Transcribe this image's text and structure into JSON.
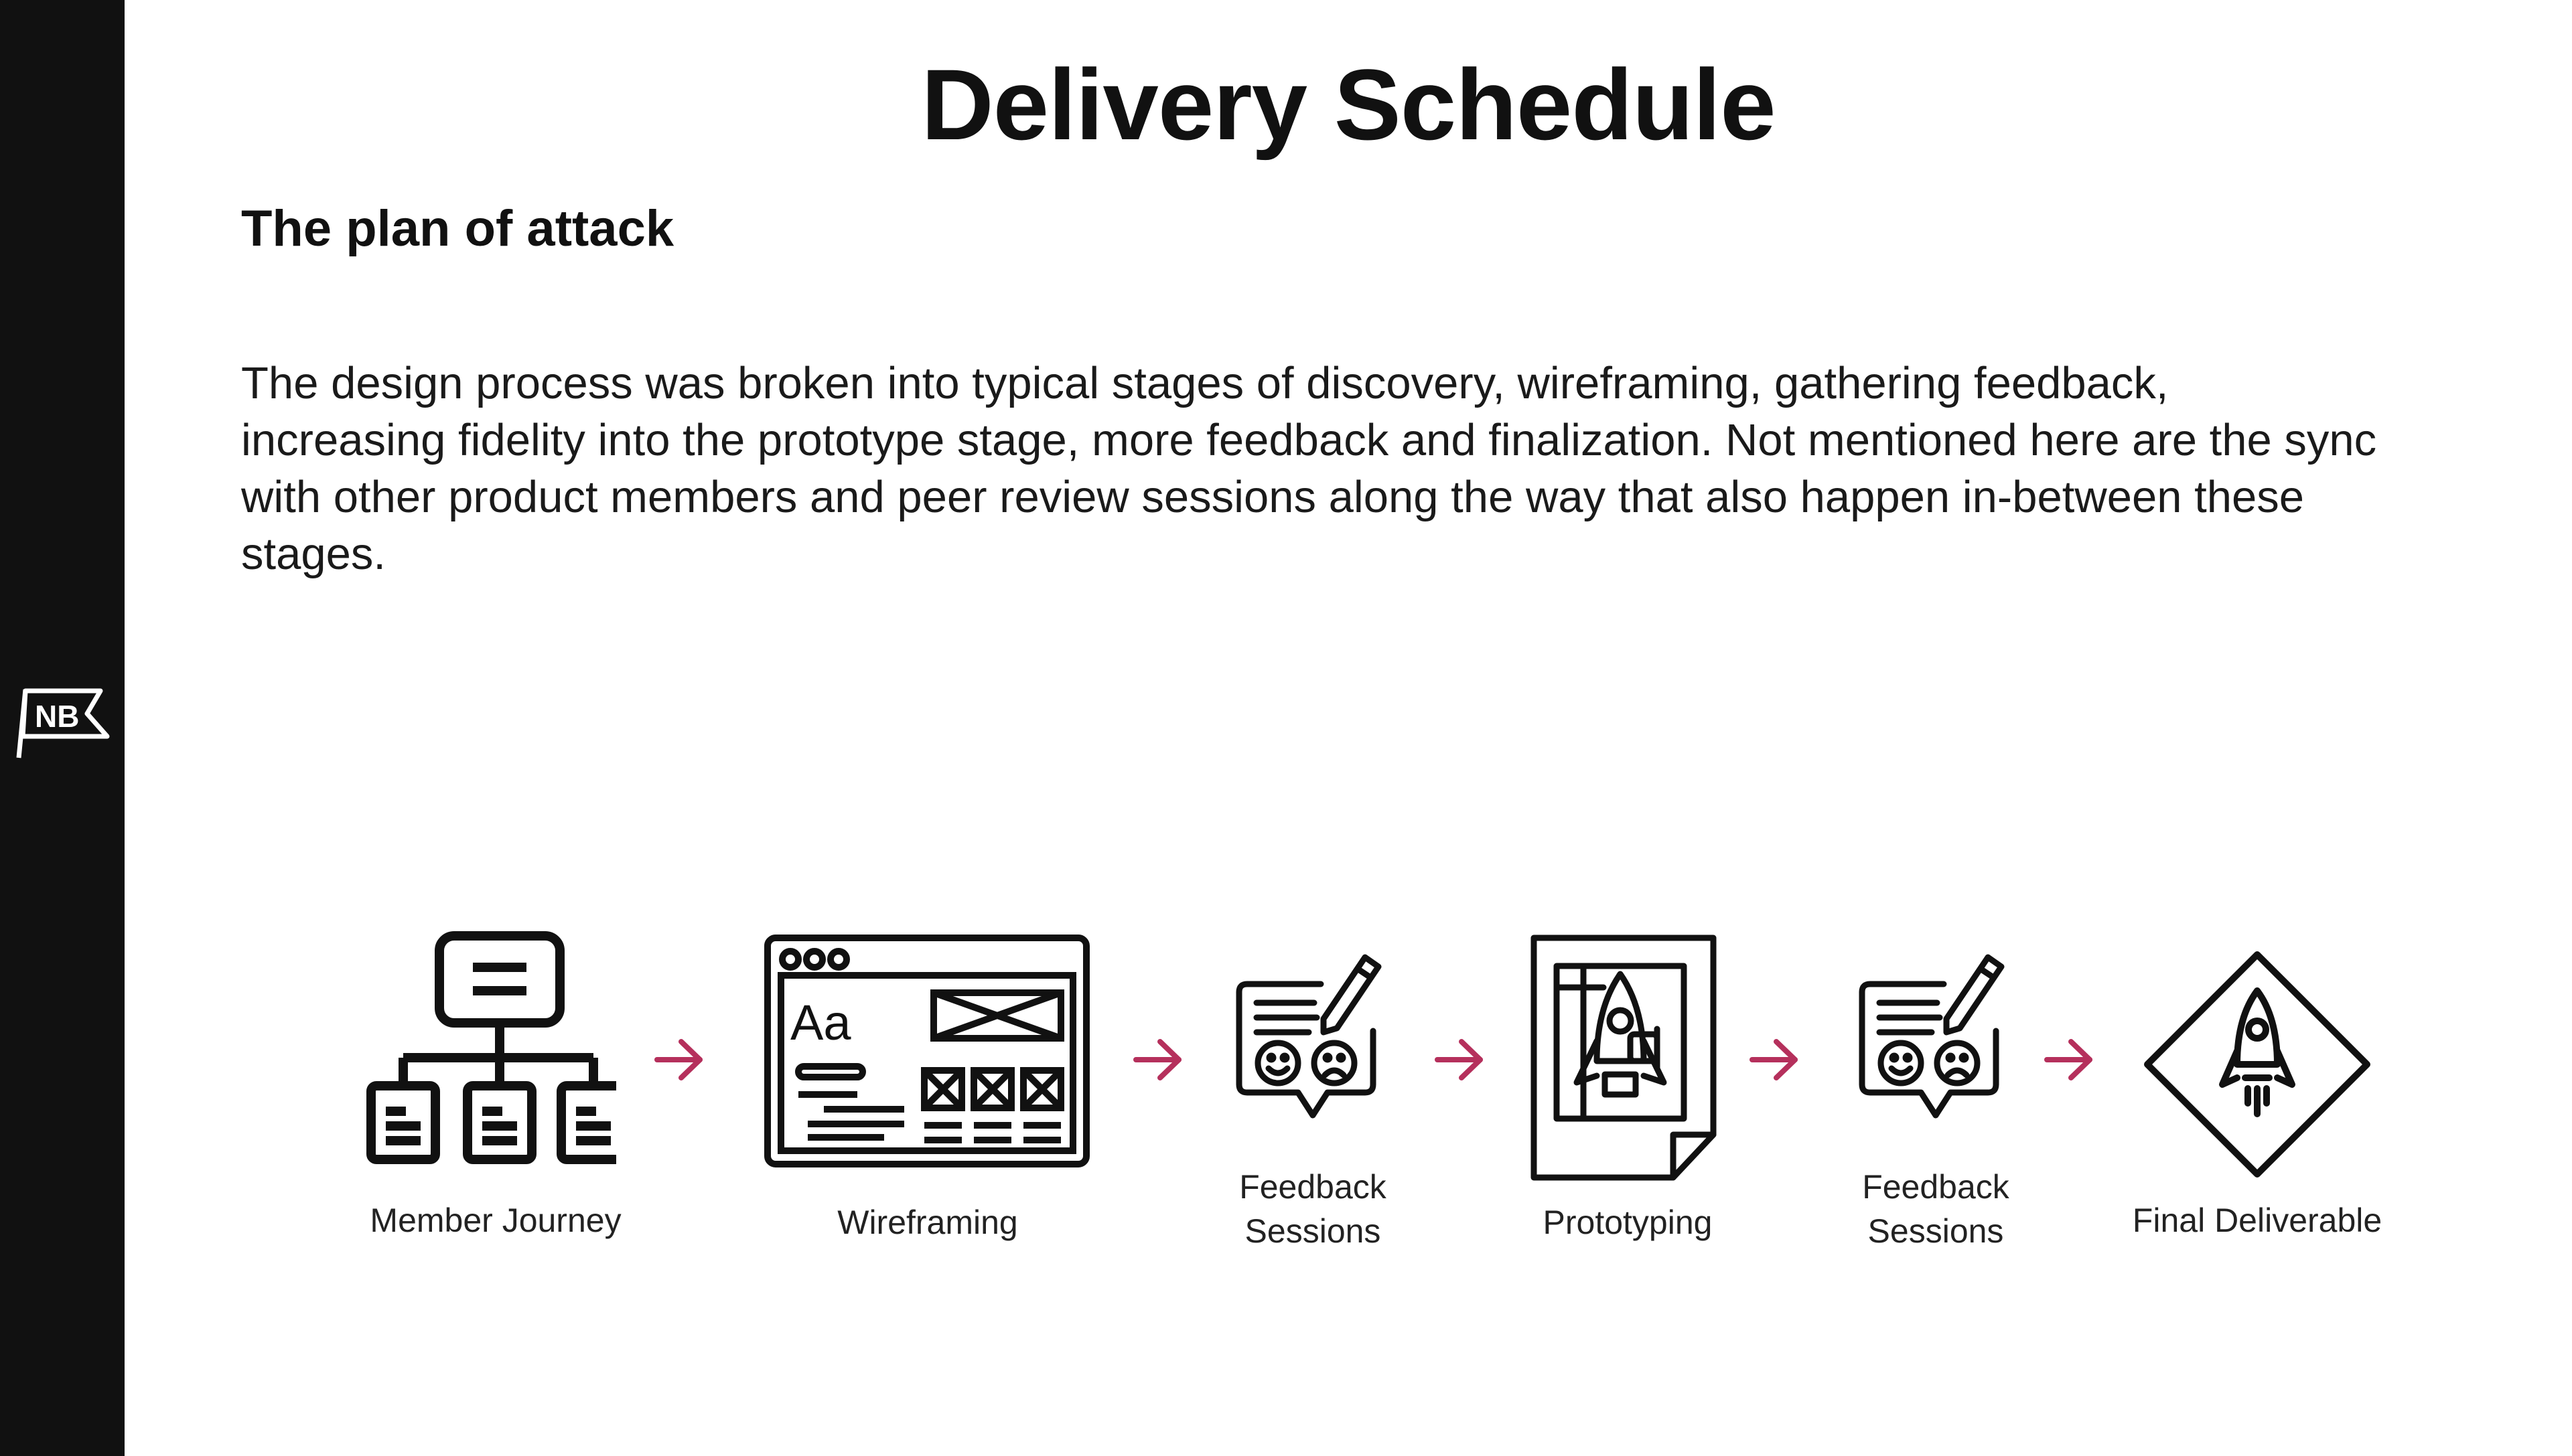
{
  "title": "Delivery Schedule",
  "subtitle": "The plan of attack",
  "body": "The design process was broken into typical stages of discovery, wireframing, gathering feedback, increasing fidelity into the prototype stage, more feedback and finalization. Not mentioned here are the sync with other product members and peer review sessions along the way that also happen in-between these stages.",
  "logo": {
    "text": "NB",
    "icon": "flag-logo-icon"
  },
  "stages": [
    {
      "label": "Member Journey",
      "icon": "sitemap-icon"
    },
    {
      "label": "Wireframing",
      "icon": "wireframe-icon"
    },
    {
      "label": "Feedback\nSessions",
      "icon": "feedback-icon"
    },
    {
      "label": "Prototyping",
      "icon": "prototype-rocket-icon"
    },
    {
      "label": "Feedback\nSessions",
      "icon": "feedback-icon"
    },
    {
      "label": "Final Deliverable",
      "icon": "rocket-diamond-icon"
    }
  ],
  "colors": {
    "sidebar": "#111111",
    "arrow": "#b5305c",
    "text": "#111111"
  }
}
